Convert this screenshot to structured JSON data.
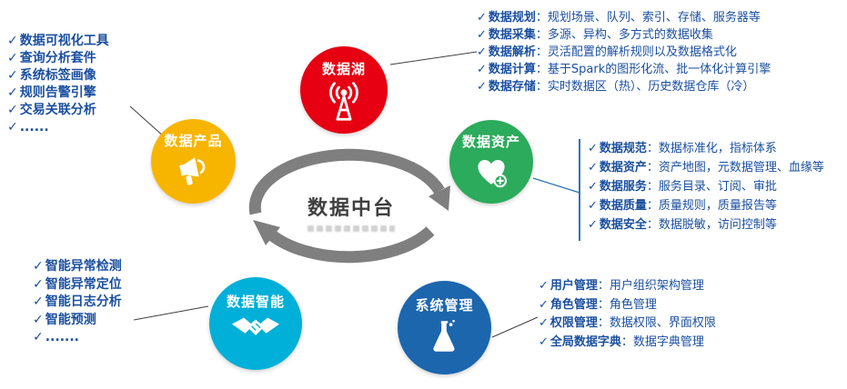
{
  "glyphs": {
    "check": "✓",
    "sep": "："
  },
  "center": {
    "title": "数据中台"
  },
  "nodes": {
    "lake": {
      "label": "数据湖",
      "color": "#e60012",
      "icon": "broadcast-icon"
    },
    "product": {
      "label": "数据产品",
      "color": "#f7b500",
      "icon": "megaphone-icon"
    },
    "asset": {
      "label": "数据资产",
      "color": "#2bab5b",
      "icon": "heart-plus-icon"
    },
    "intelligence": {
      "label": "数据智能",
      "color": "#00b0d8",
      "icon": "handshake-icon"
    },
    "system": {
      "label": "系统管理",
      "color": "#1c66ae",
      "icon": "flask-icon"
    }
  },
  "lists": {
    "lake": {
      "items": [
        {
          "term": "数据规划",
          "desc": "规划场景、队列、索引、存储、服务器等"
        },
        {
          "term": "数据采集",
          "desc": "多源、异构、多方式的数据收集"
        },
        {
          "term": "数据解析",
          "desc": "灵活配置的解析规则以及数据格式化"
        },
        {
          "term": "数据计算",
          "desc": "基于Spark的图形化流、批一体化计算引擎"
        },
        {
          "term": "数据存储",
          "desc": "实时数据区（热）、历史数据仓库（冷）"
        }
      ]
    },
    "product": {
      "items": [
        {
          "term": "数据可视化工具"
        },
        {
          "term": "查询分析套件"
        },
        {
          "term": "系统标签画像"
        },
        {
          "term": "规则告警引擎"
        },
        {
          "term": "交易关联分析"
        },
        {
          "term": "......"
        }
      ]
    },
    "asset": {
      "items": [
        {
          "term": "数据规范",
          "desc": "数据标准化，指标体系"
        },
        {
          "term": "数据资产",
          "desc": "资产地图，元数据管理、血缘等"
        },
        {
          "term": "数据服务",
          "desc": "服务目录、订阅、审批"
        },
        {
          "term": "数据质量",
          "desc": "质量规则，质量报告等"
        },
        {
          "term": "数据安全",
          "desc": "数据脱敏，访问控制等"
        }
      ]
    },
    "intelligence": {
      "items": [
        {
          "term": "智能异常检测"
        },
        {
          "term": "智能异常定位"
        },
        {
          "term": "智能日志分析"
        },
        {
          "term": "智能预测"
        },
        {
          "term": "......."
        }
      ]
    },
    "system": {
      "items": [
        {
          "term": "用户管理",
          "desc": "用户组织架构管理"
        },
        {
          "term": "角色管理",
          "desc": "角色管理"
        },
        {
          "term": "权限管理",
          "desc": "数据权限、界面权限"
        },
        {
          "term": "全局数据字典",
          "desc": "数据字典管理"
        }
      ]
    }
  },
  "colors": {
    "list_text": "#1a4f9f",
    "ring": "#7f7f7f",
    "connector": "#404040",
    "bracket": "#2e75b6",
    "center_text": "#3f3f3f"
  }
}
